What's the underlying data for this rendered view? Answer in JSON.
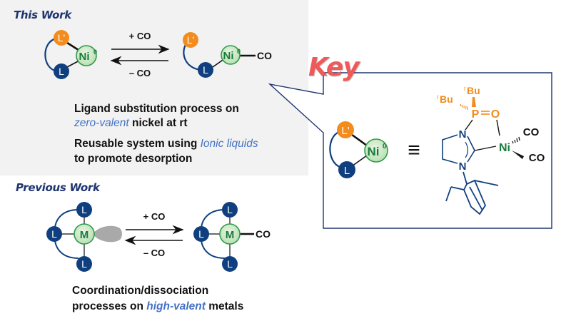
{
  "this_work": {
    "title": "This Work",
    "plus_co": "+ CO",
    "minus_co": "– CO",
    "ligand_prime": "L'",
    "ligand": "L",
    "metal": "Ni",
    "metal_superscript": "0",
    "co": "CO",
    "line1": "Ligand substitution process on",
    "line2_highlight": "zero-valent",
    "line2_rest": " nickel at rt",
    "line3_start": "Reusable system using ",
    "line3_highlight": "Ionic liquids",
    "line4": "to promote desorption"
  },
  "previous_work": {
    "title": "Previous Work",
    "plus_co": "+ CO",
    "minus_co": "– CO",
    "ligand": "L",
    "metal": "M",
    "co": "CO",
    "line1": "Coordination/dissociation",
    "line2_start": "processes on ",
    "line2_highlight": "high-valent",
    "line2_rest": " metals"
  },
  "key": {
    "label": "Key",
    "ligand_prime": "L'",
    "ligand": "L",
    "metal": "Ni",
    "metal_superscript": "0",
    "equiv_symbol": "≡",
    "structure": {
      "tbu_top": "Bu",
      "tbu_left": "Bu",
      "t_prefix": "t",
      "phosphorus": "P",
      "oxygen": "O",
      "nitrogen_top": "N",
      "nitrogen_bottom": "N",
      "nickel": "Ni",
      "co_top": "CO",
      "co_bottom": "CO"
    }
  },
  "colors": {
    "navy": "#0f3f7f",
    "orange": "#f28c1e",
    "green": "#2e9a4a",
    "green_fill": "#c9e8c5",
    "title_blue": "#1f3570",
    "highlight_blue": "#4472c4",
    "key_red": "#ee5a5a",
    "panel_bg": "#f2f2f2"
  }
}
